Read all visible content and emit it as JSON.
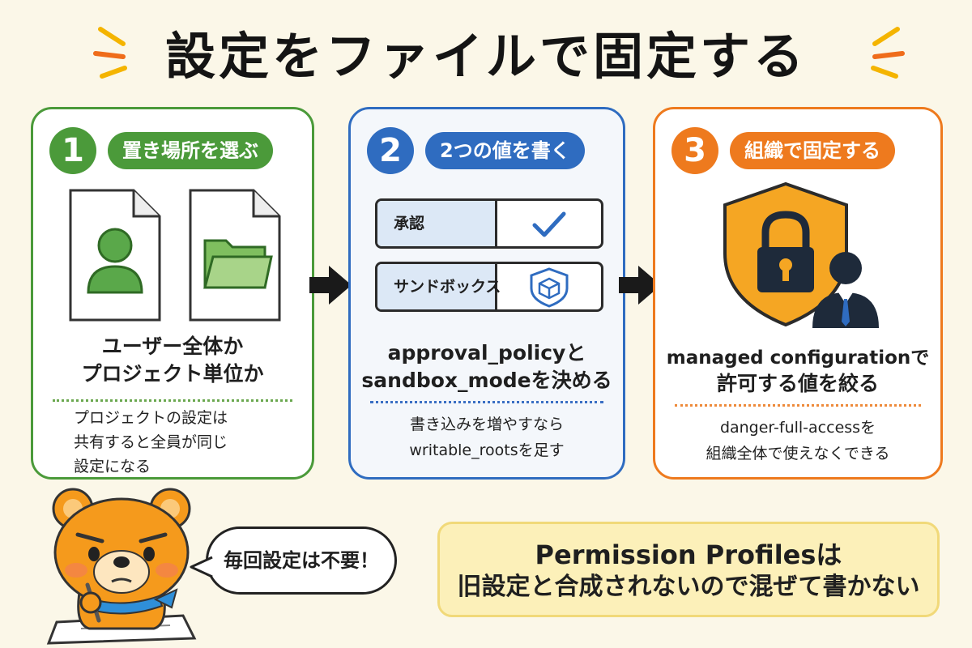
{
  "title": "設定をファイルで固定する",
  "steps": [
    {
      "number": "1",
      "label": "置き場所を選ぶ",
      "main_line1": "ユーザー全体か",
      "main_line2": "プロジェクト単位か",
      "sub_line1": "プロジェクトの設定は",
      "sub_line2": "共有すると全員が同じ",
      "sub_line3": "設定になる",
      "icons": [
        "user-document-icon",
        "folder-document-icon"
      ]
    },
    {
      "number": "2",
      "label": "2つの値を書く",
      "rows": [
        {
          "label": "承認",
          "icon": "check-icon"
        },
        {
          "label": "サンドボックス",
          "icon": "shield-box-icon"
        }
      ],
      "main_line1": "approval_policyと",
      "main_line2": "sandbox_modeを決める",
      "sub_line1": "書き込みを増やすなら",
      "sub_line2": "writable_rootsを足す"
    },
    {
      "number": "3",
      "label": "組織で固定する",
      "main_line1": "managed configurationで",
      "main_line2": "許可する値を絞る",
      "sub_line1": "danger-full-accessを",
      "sub_line2": "組織全体で使えなくできる",
      "icons": [
        "shield-lock-icon",
        "admin-person-icon"
      ]
    }
  ],
  "speech_bubble": "毎回設定は不要！",
  "note": {
    "line1": "Permission Profilesは",
    "line2": "旧設定と合成されないので混ぜて書かない"
  },
  "colors": {
    "step1": "#4b9a3a",
    "step2": "#2f6cc0",
    "step3": "#ee7a1e",
    "note_bg": "#fcf0b9",
    "background": "#fbf7e8"
  }
}
